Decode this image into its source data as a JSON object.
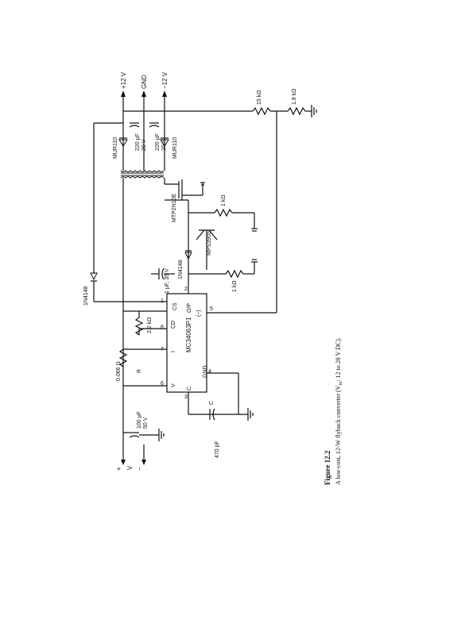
{
  "figure": {
    "number": "Figure 12.2",
    "caption": "A low-cost, 12-W flyback converter (V",
    "caption_sub": "in",
    "caption_tail": ": 12 to 28 V DC)."
  },
  "outputs": {
    "pos12": "+12 V",
    "gnd": "GND",
    "neg12": "−12 V"
  },
  "input": {
    "plus": "+",
    "minus": "−",
    "vin": "V",
    "vin_sub": "in"
  },
  "components": {
    "c_in_value": "100 μF",
    "c_in_volt": "50 V",
    "rsc_value": "0.066 Ω",
    "rsc_label": "R",
    "rsc_sub": "sc",
    "r_cd": "2.2 kΩ",
    "c_cs_value": "1 μF, 35 V",
    "d_1n4148_a": "1N4148",
    "d_1n4148_b": "1N4148",
    "q_mps": "MPS3905",
    "r_1k_a": "1 kΩ",
    "r_1k_b": "1 kΩ",
    "q_mosfet": "MTP2N10E",
    "d_mur_a": "MUR110",
    "d_mur_b": "MUR110",
    "c_out_a": "220 μF",
    "c_out_a_v": "20 V",
    "c_out_b": "220 μF",
    "c_out_b_v": "20 V",
    "r_fb_a": "15 kΩ",
    "r_fb_b": "1.8 kΩ",
    "ct_label": "C",
    "ct_sub": "t",
    "ct_value": "470 pF"
  },
  "ic": {
    "name": "MC34063P1",
    "vcc": "V",
    "vcc_sub": "CC",
    "ct": "C",
    "ct_sub": "t",
    "gnd": "GND",
    "ix": "I",
    "ix_sub": "s",
    "cd": "CD",
    "cs": "CS",
    "op": "O/P",
    "minus": "(−)",
    "pin1": "1",
    "pin2": "2",
    "pin3": "3",
    "pin4": "4",
    "pin5": "5",
    "pin6": "6",
    "pin7": "7",
    "pin8": "8"
  }
}
